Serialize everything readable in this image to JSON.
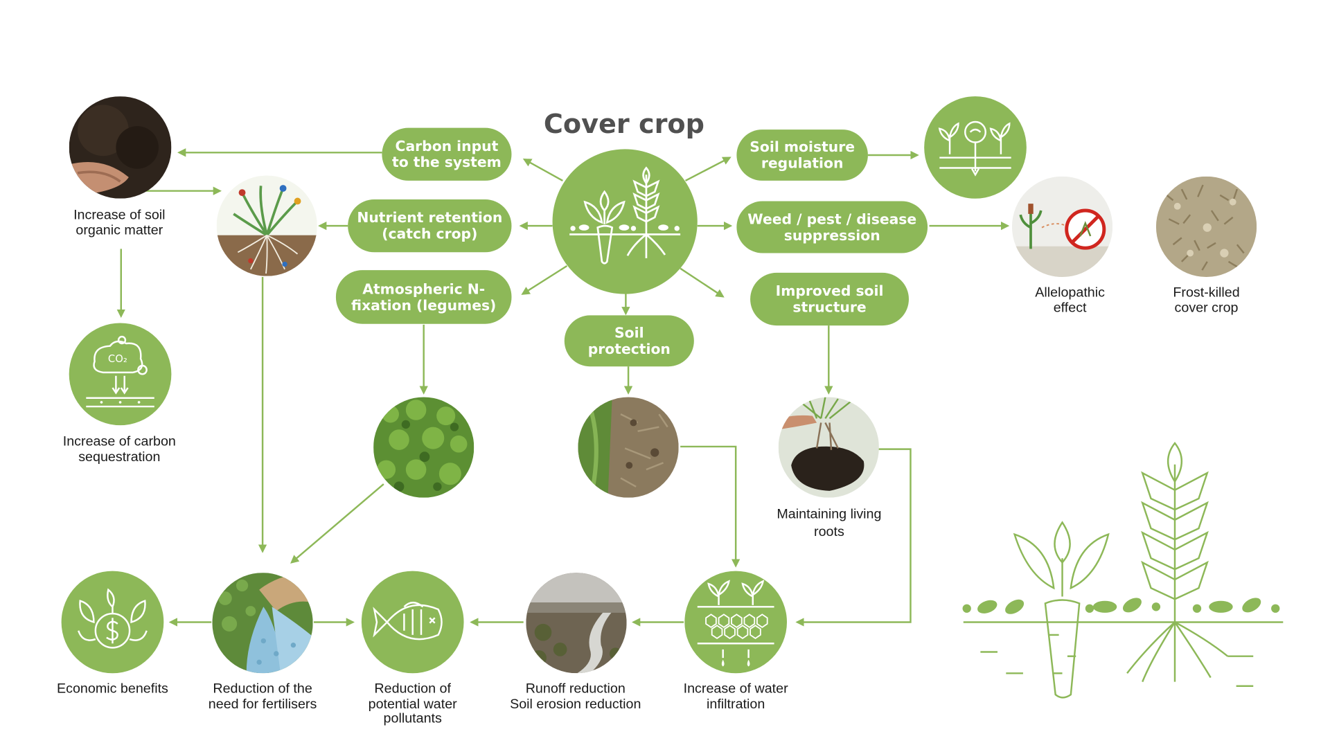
{
  "title": "Cover crop",
  "colors": {
    "primary_green": "#8db858",
    "arrow_green": "#8db858",
    "text": "#1a1a1a",
    "title_text": "#505050"
  },
  "pills": {
    "carbon_input": "Carbon input\nto the system",
    "nutrient_retention": "Nutrient retention\n(catch crop)",
    "atmospheric_n": "Atmospheric N-\nfixation (legumes)",
    "soil_protection": "Soil protection",
    "soil_moisture": "Soil moisture\nregulation",
    "weed_pest": "Weed / pest / disease\nsuppression",
    "improved_soil": "Improved soil\nstructure"
  },
  "labels": {
    "soil_organic_matter": "Increase of soil\norganic matter",
    "carbon_sequestration": "Increase of carbon\nsequestration",
    "allelopathic": "Allelopathic\neffect",
    "frost_killed": "Frost-killed\ncover crop",
    "living_roots": "Maintaining living\nroots",
    "economic": "Economic benefits",
    "fertilisers": "Reduction of the\nneed for fertilisers",
    "water_pollutants": "Reduction of\npotential water\npollutants",
    "runoff": "Runoff reduction\nSoil erosion reduction",
    "water_infiltration": "Increase of water\ninfiltration"
  },
  "icons": {
    "hub": "cover-crop-plants-icon",
    "co2": "co2-sequestration-icon",
    "moisture": "soil-moisture-sensor-icon",
    "money": "dollar-plants-icon",
    "fish": "fish-icon",
    "infiltration": "water-infiltration-icon",
    "co2_text": "CO₂"
  }
}
